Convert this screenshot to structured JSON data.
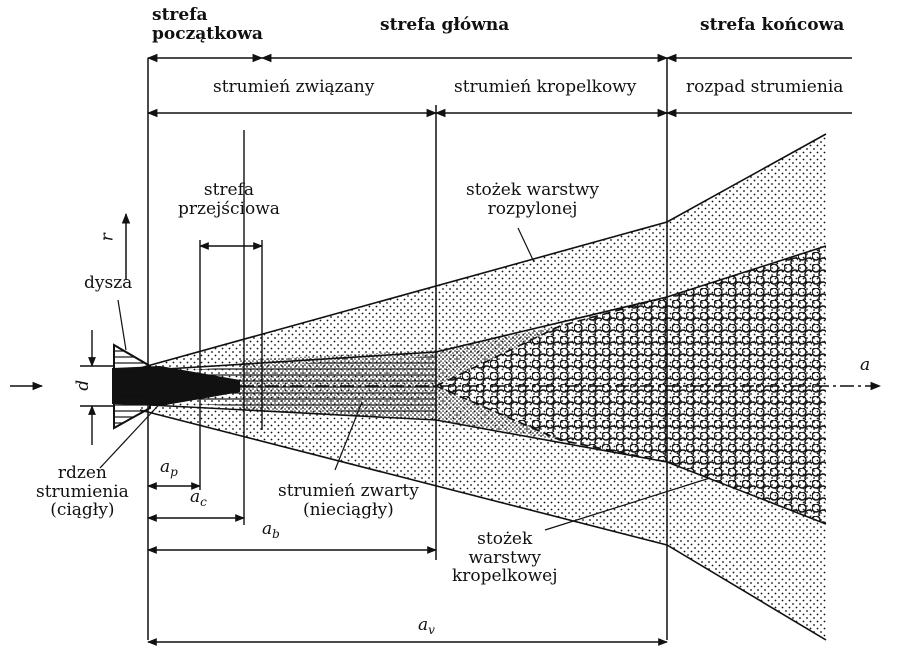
{
  "zones": {
    "initial": "strefa\npoczątkowa",
    "main": "strefa główna",
    "end": "strefa końcowa"
  },
  "subzones": {
    "bound": "strumień związany",
    "droplet": "strumień kropelkowy",
    "breakup": "rozpad strumienia"
  },
  "labels": {
    "transition": "strefa\nprzejściowa",
    "spray_cone": "stożek warstwy\nrozpylonej",
    "droplet_cone": "stożek\nwarstwy\nkropelkowej",
    "compact_jet": "strumień zwarty\n(nieciągły)",
    "jet_core": "rdzeń\nstrumienia\n(ciągły)",
    "nozzle": "dysza",
    "r_axis": "r",
    "d": "d",
    "a_axis": "a"
  },
  "dims": {
    "ap": "a",
    "ap_sub": "p",
    "ac": "a",
    "ac_sub": "c",
    "ab": "a",
    "ab_sub": "b",
    "av": "a",
    "av_sub": "v"
  },
  "colors": {
    "ink": "#111111",
    "background": "#ffffff"
  }
}
